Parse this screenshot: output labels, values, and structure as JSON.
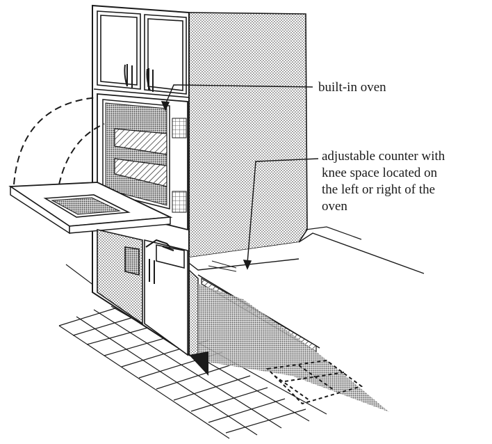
{
  "labels": {
    "built_in_oven": "built-in oven",
    "adjustable_counter": [
      "adjustable counter with",
      "knee space located on",
      "the left or right of the",
      "oven"
    ]
  },
  "colors": {
    "ink": "#1a1a1a",
    "shade": "#8a8a8a",
    "dark_shade": "#5a5a5a",
    "background": "#ffffff"
  }
}
